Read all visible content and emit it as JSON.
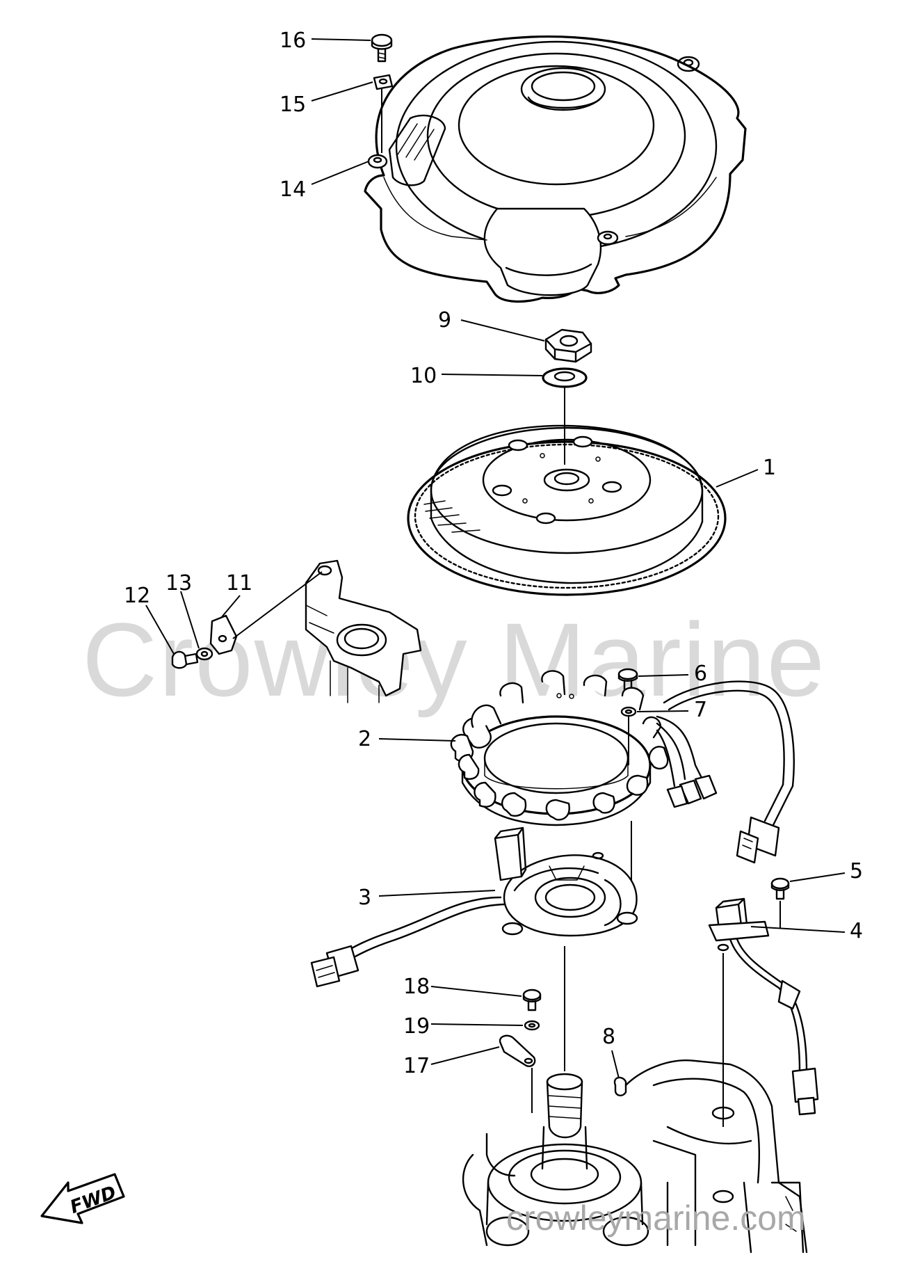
{
  "watermark": {
    "center_text": "Crowley Marine",
    "url_text": "crowleymarine.com"
  },
  "direction_arrow": {
    "label": "FWD"
  },
  "callouts": [
    {
      "number": "1",
      "part": "flywheel"
    },
    {
      "number": "2",
      "part": "stator-assembly"
    },
    {
      "number": "3",
      "part": "pulser-coil-assembly"
    },
    {
      "number": "4",
      "part": "sensor-with-lead"
    },
    {
      "number": "5",
      "part": "screw"
    },
    {
      "number": "6",
      "part": "screw"
    },
    {
      "number": "7",
      "part": "washer"
    },
    {
      "number": "8",
      "part": "woodruff-key"
    },
    {
      "number": "9",
      "part": "nut"
    },
    {
      "number": "10",
      "part": "washer"
    },
    {
      "number": "11",
      "part": "bracket"
    },
    {
      "number": "12",
      "part": "bolt"
    },
    {
      "number": "13",
      "part": "washer"
    },
    {
      "number": "14",
      "part": "grommet"
    },
    {
      "number": "15",
      "part": "collar"
    },
    {
      "number": "16",
      "part": "bolt"
    },
    {
      "number": "17",
      "part": "clamp"
    },
    {
      "number": "18",
      "part": "screw"
    },
    {
      "number": "19",
      "part": "washer"
    }
  ]
}
